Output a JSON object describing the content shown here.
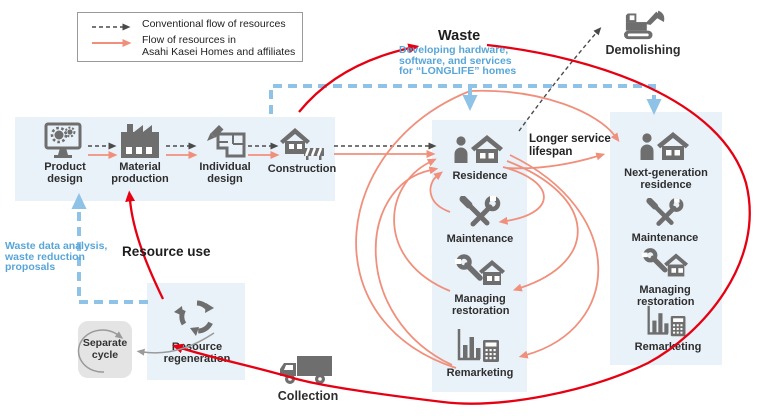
{
  "legend": {
    "items": [
      {
        "id": "conventional",
        "arrow": "dashed-black",
        "lines": [
          "Conventional flow of resources"
        ]
      },
      {
        "id": "asahi",
        "arrow": "solid-salmon",
        "lines": [
          "Flow of resources in",
          "Asahi Kasei Homes and affiliates"
        ]
      }
    ]
  },
  "annotations": {
    "waste": "Waste",
    "developing_lines": [
      "Developing hardware,",
      "software, and services",
      "for “LONGLIFE” homes"
    ],
    "longer_service_lines": [
      "Longer service",
      "lifespan"
    ],
    "resource_use": "Resource use",
    "waste_data_lines": [
      "Waste data analysis,",
      "waste reduction",
      "proposals"
    ]
  },
  "process_row": {
    "steps": [
      {
        "label": "Product design",
        "icon": "monitor-gear-icon"
      },
      {
        "label": "Material production",
        "icon": "factory-icon"
      },
      {
        "label": "Individual design",
        "icon": "pencil-blueprint-icon"
      },
      {
        "label": "Construction",
        "icon": "house-construction-icon"
      }
    ]
  },
  "residence_cycle": {
    "items": [
      {
        "label": "Residence",
        "icon": "person-house-icon"
      },
      {
        "label": "Maintenance",
        "icon": "tools-icon"
      },
      {
        "label": "Managing restoration",
        "icon": "wrench-house-icon"
      },
      {
        "label": "Remarketing",
        "icon": "chart-calculator-icon"
      }
    ]
  },
  "next_generation_cycle": {
    "items": [
      {
        "label": "Next-generation residence",
        "icon": "person-house-icon"
      },
      {
        "label": "Maintenance",
        "icon": "tools-icon"
      },
      {
        "label": "Managing restoration",
        "icon": "wrench-house-icon"
      },
      {
        "label": "Remarketing",
        "icon": "chart-calculator-icon"
      }
    ]
  },
  "recycle_loop": {
    "resource_regeneration": "Resource regeneration",
    "separate_cycle": "Separate cycle",
    "collection": "Collection",
    "demolishing": "Demolishing"
  },
  "colors": {
    "red": "#e60012",
    "salmon": "#f0907c",
    "blue_text": "#58a6d8",
    "blue_dash": "#8fc2e7",
    "icon_gray": "#6e6e6e",
    "panel_blue": "#e9f1f9",
    "panel_gray": "#e4e4e4",
    "dash_black": "#4a4a4a"
  }
}
